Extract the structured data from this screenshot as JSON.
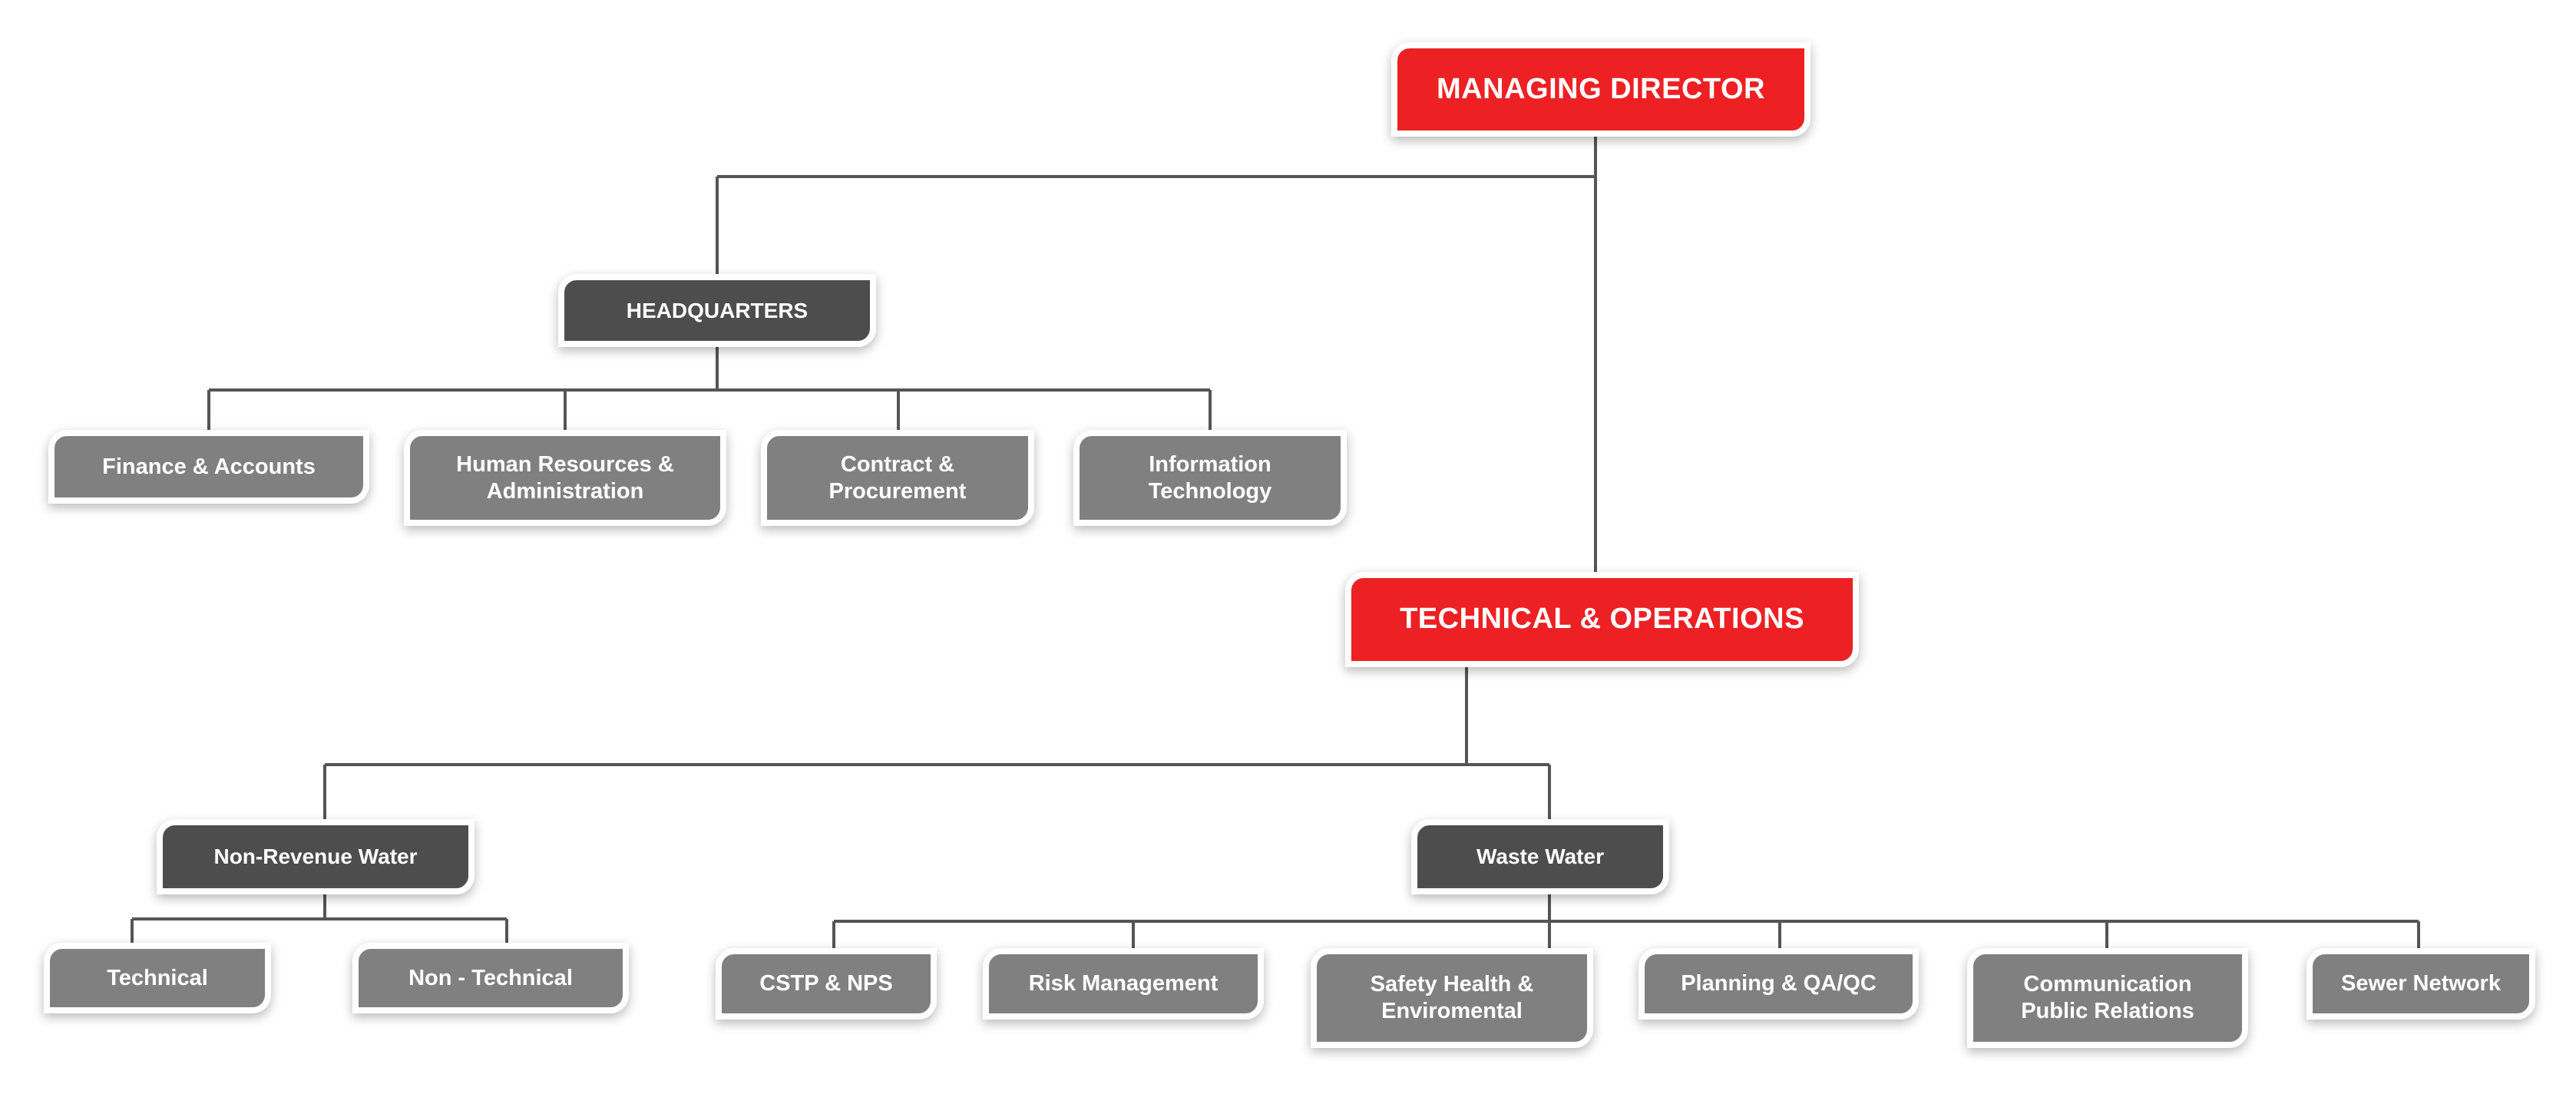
{
  "colors": {
    "top_level": "#ed2024",
    "mid_level": "#4d4d4d",
    "leaf_level": "#808080",
    "connector": "#555555"
  },
  "nodes": {
    "managing_director": "MANAGING DIRECTOR",
    "headquarters": "HEADQUARTERS",
    "finance_accounts": "Finance & Accounts",
    "human_resources": "Human Resources &\nAdministration",
    "contract_procurement": "Contract &\nProcurement",
    "information_technology": "Information\nTechnology",
    "technical_operations": "TECHNICAL & OPERATIONS",
    "non_revenue_water": "Non-Revenue Water",
    "technical": "Technical",
    "non_technical": "Non - Technical",
    "waste_water": "Waste Water",
    "cstp_nps": "CSTP & NPS",
    "risk_management": "Risk Management",
    "safety_health": "Safety Health &\nEnviromental",
    "planning_qaqc": "Planning & QA/QC",
    "communication": "Communication\nPublic Relations",
    "sewer_network": "Sewer Network"
  }
}
